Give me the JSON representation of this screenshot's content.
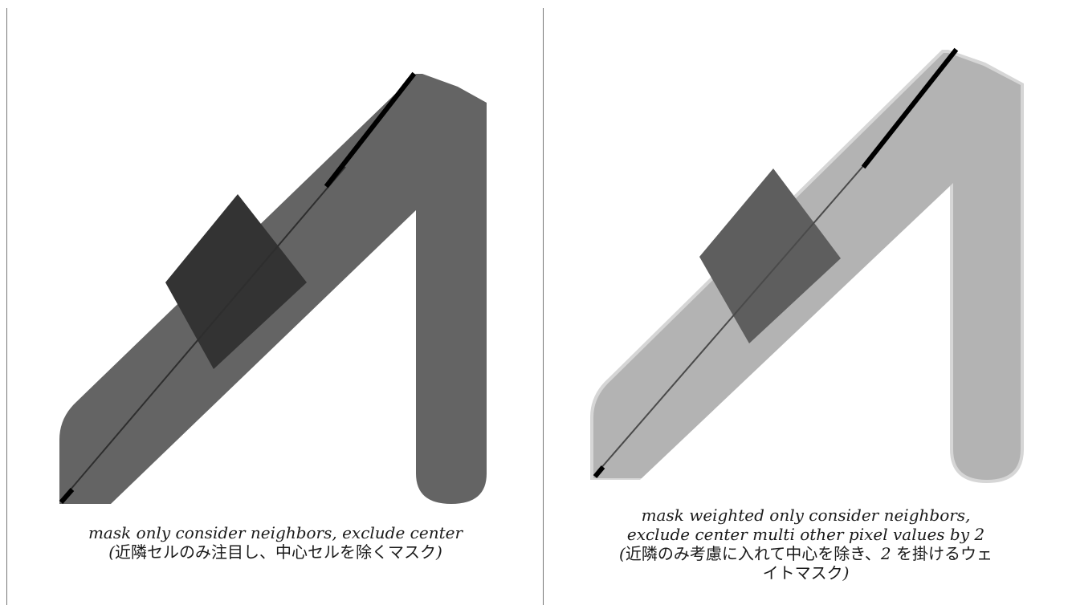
{
  "panels": [
    {
      "caption_en": "mask only consider neighbors, exclude center",
      "caption_ja_open": "(",
      "caption_ja": "近隣セルのみ注目し、中心セルを除くマスク",
      "caption_ja_close": ")",
      "colors": {
        "shape": "#646464",
        "square": "#333333",
        "line": "#000000"
      }
    },
    {
      "caption_en_1": "mask weighted only consider neighbors,",
      "caption_en_2": "exclude center multi other pixel values by 2",
      "caption_ja_open": "(",
      "caption_ja_1": "近隣のみ考慮に入れて中心を除き、",
      "caption_ja_num": "2",
      "caption_ja_2": " を掛けるウェ",
      "caption_ja_3": "イトマスク",
      "caption_ja_close": ")",
      "colors": {
        "shape": "#b3b3b3",
        "shape_edge": "#d6d6d6",
        "square": "#5e5e5e",
        "line": "#000000"
      }
    }
  ]
}
